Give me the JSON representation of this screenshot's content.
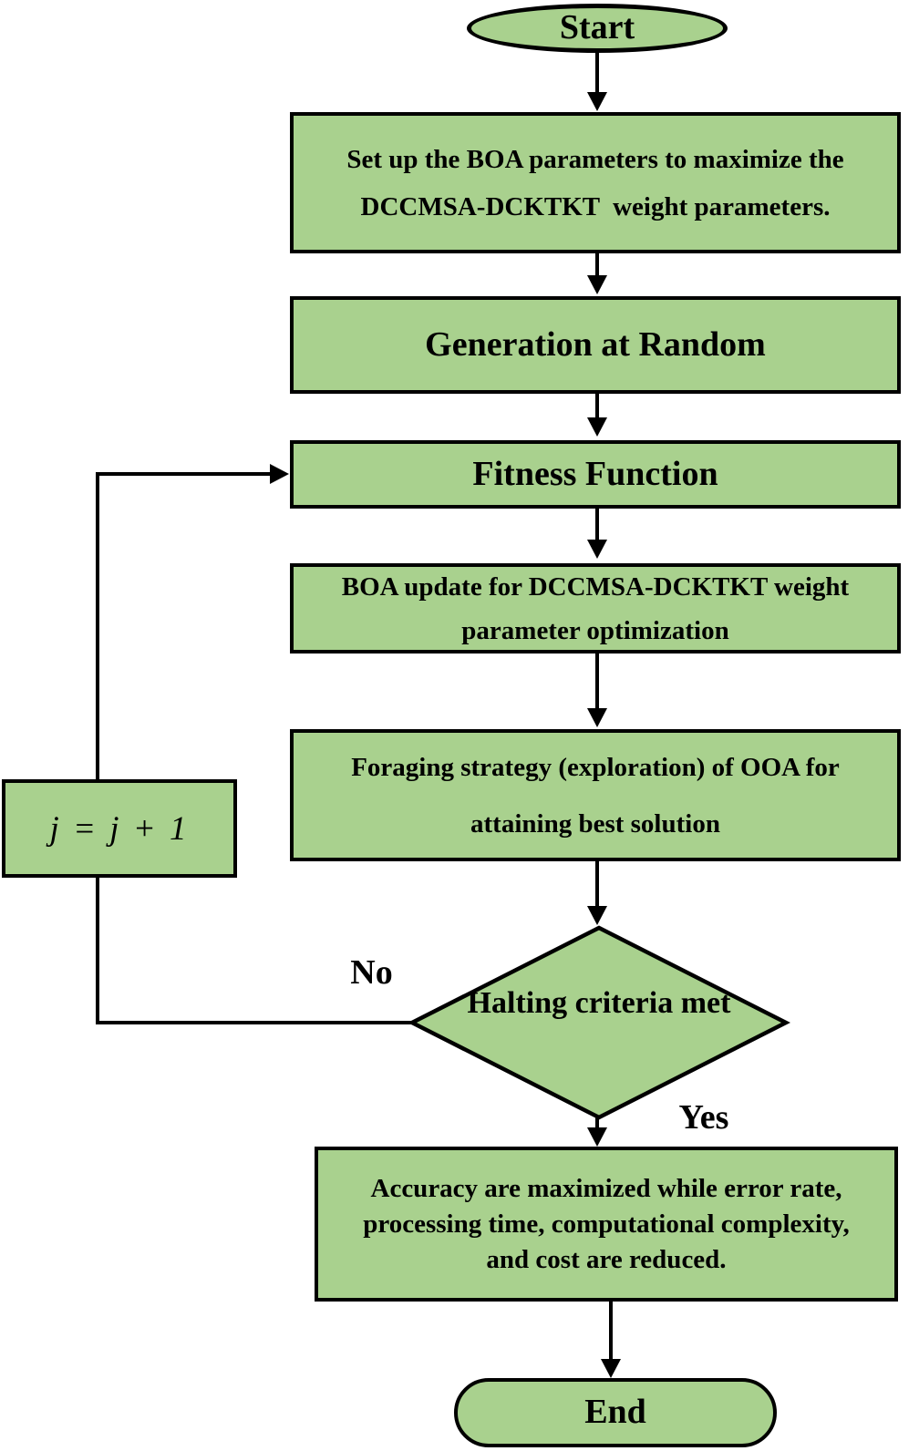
{
  "diagram": {
    "title": "BOA / OOA optimization flowchart",
    "colors": {
      "node_fill": "#a9d18e",
      "node_border": "#000000",
      "connector": "#000000",
      "text": "#000000",
      "background": "#ffffff"
    },
    "nodes": {
      "start": {
        "text": "Start"
      },
      "setup": {
        "lines": [
          "Set up the BOA parameters to maximize the",
          "DCCMSA-DCKTKT  weight parameters."
        ]
      },
      "generation": {
        "text": "Generation at Random"
      },
      "fitness": {
        "text": "Fitness Function"
      },
      "boa_update": {
        "lines": [
          "BOA update for DCCMSA-DCKTKT weight",
          "parameter optimization"
        ]
      },
      "foraging": {
        "lines": [
          "Foraging strategy (exploration) of OOA for",
          "attaining best solution"
        ]
      },
      "counter": {
        "text": "j = j + 1"
      },
      "decision": {
        "lines": [
          "Halting criteria",
          "met"
        ]
      },
      "result": {
        "lines": [
          "Accuracy are maximized while error rate,",
          "processing time, computational complexity,",
          "and cost are reduced."
        ]
      },
      "end": {
        "text": "End"
      }
    },
    "edge_labels": {
      "no": "No",
      "yes": "Yes"
    }
  }
}
